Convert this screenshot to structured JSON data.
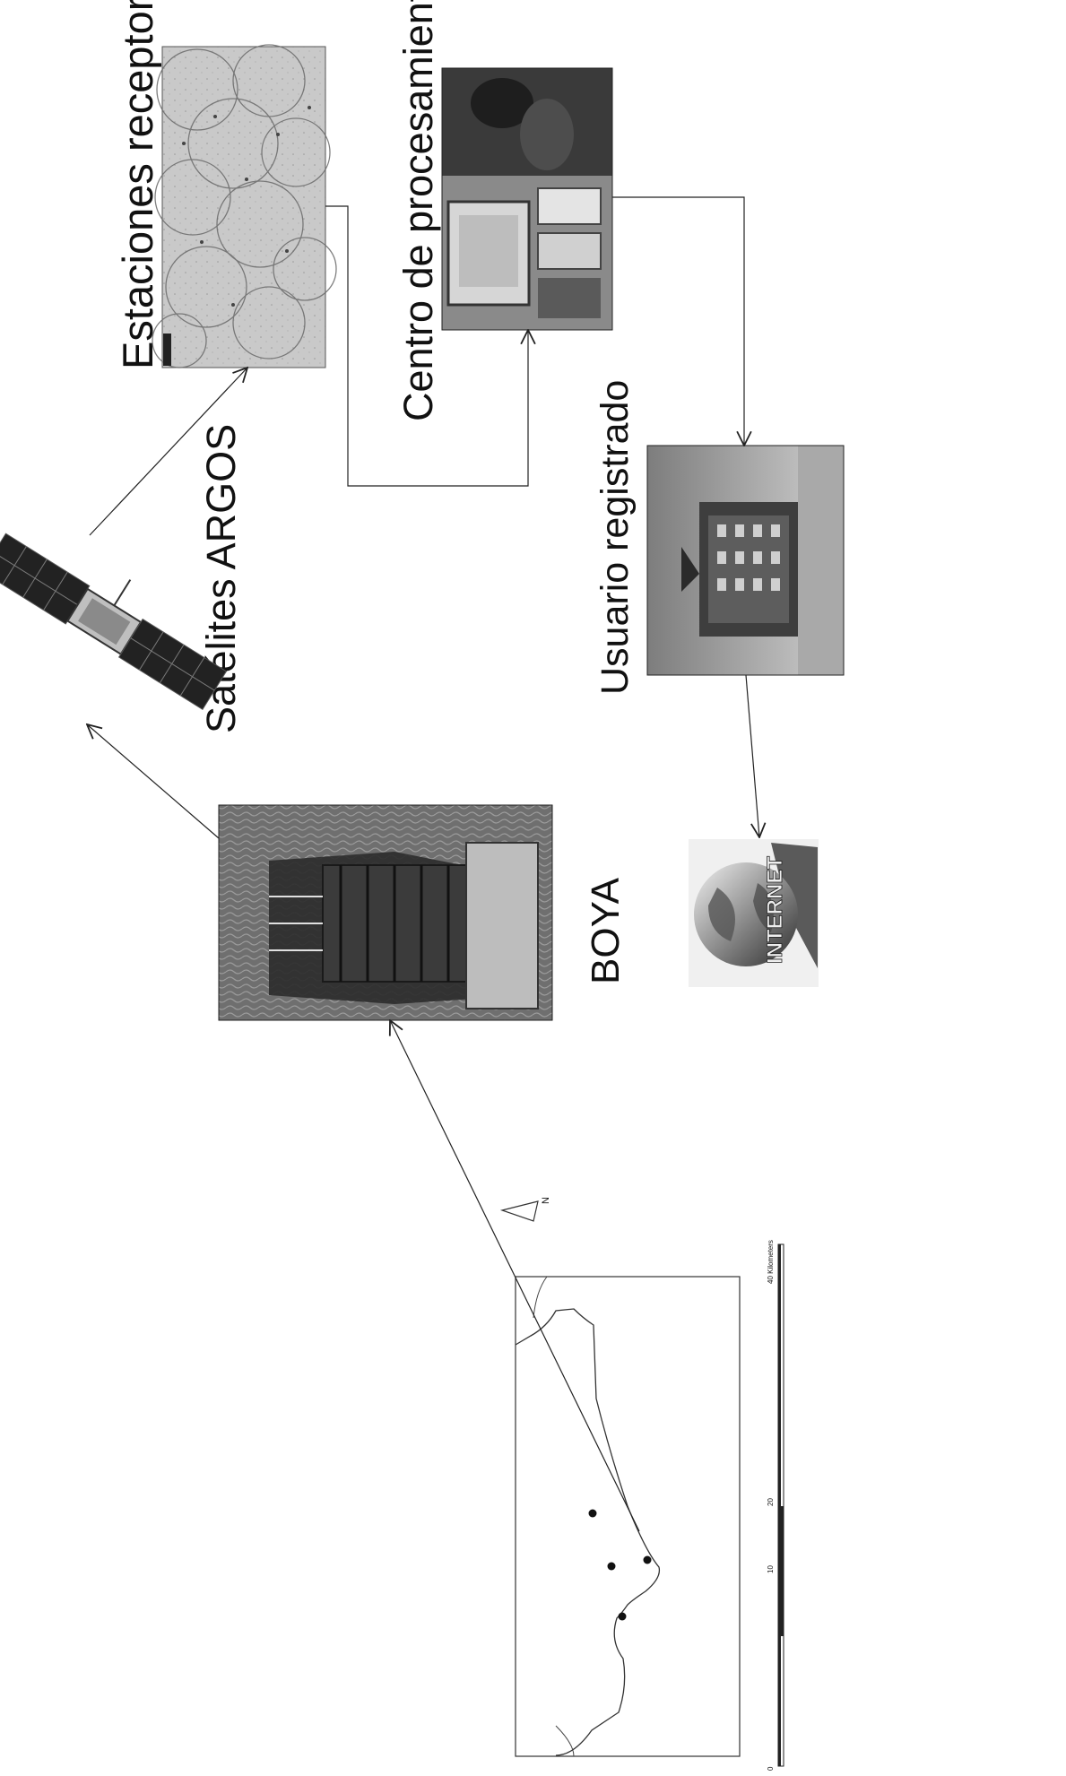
{
  "diagram": {
    "labels": {
      "estaciones": "Estaciones receptoras",
      "centro": "Centro de procesamiento",
      "satelites": "Satélites ARGOS",
      "usuario": "Usuario registrado",
      "boya": "BOYA",
      "internet_logo": "INTERNET"
    },
    "north_arrow": "N",
    "scale_bar": {
      "ticks": [
        "0",
        "10",
        "20",
        "40 Kilometers"
      ]
    }
  }
}
